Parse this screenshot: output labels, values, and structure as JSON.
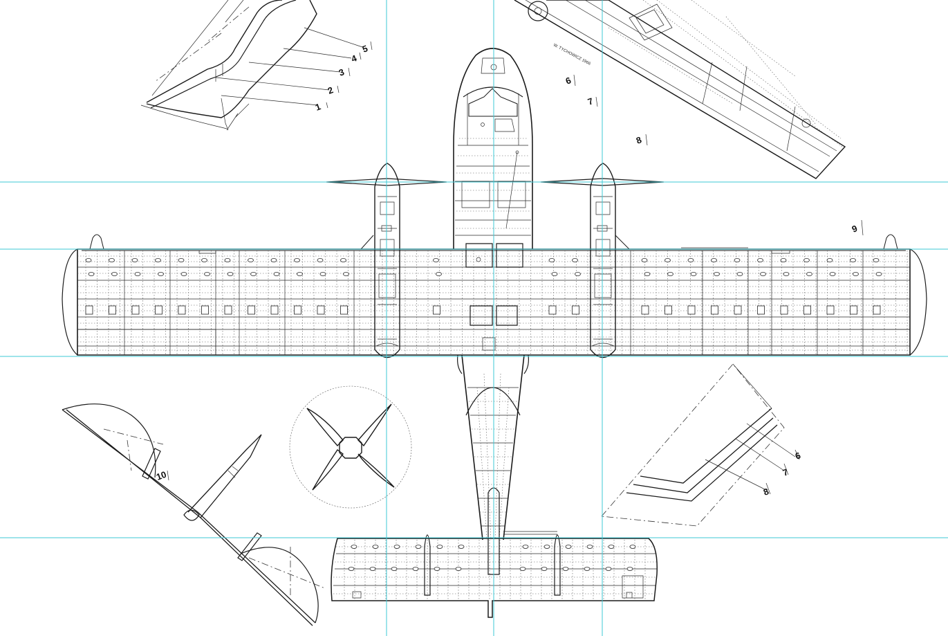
{
  "drawing": {
    "signature": "W. TYCHOWICZ 1966",
    "callouts": {
      "wingtip_detail": [
        "1",
        "2",
        "3",
        "4",
        "5"
      ],
      "top_right": [
        "6",
        "7",
        "8"
      ],
      "right_side": [
        "9"
      ],
      "tail_detail": [
        "6",
        "7",
        "8"
      ],
      "tailplane_view": [
        "10"
      ]
    }
  }
}
